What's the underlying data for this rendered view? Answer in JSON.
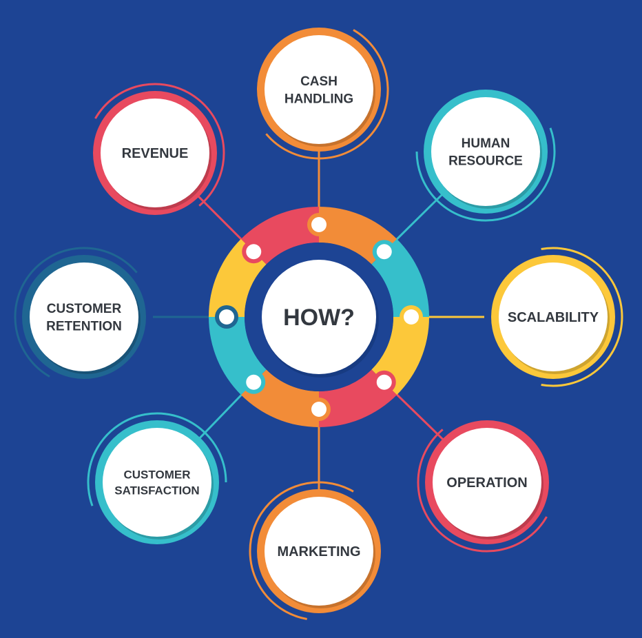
{
  "center": {
    "label": "HOW?"
  },
  "colors": {
    "background": "#1d4494",
    "red": "#e84a5f",
    "orange": "#f28c38",
    "cyan": "#36bfcb",
    "yellow": "#fcc83a",
    "teal": "#1f6692"
  },
  "nodes": [
    {
      "id": "cash-handling",
      "lines": [
        "CASH",
        "HANDLING"
      ],
      "color": "orange"
    },
    {
      "id": "human-resource",
      "lines": [
        "HUMAN",
        "RESOURCE"
      ],
      "color": "cyan"
    },
    {
      "id": "scalability",
      "lines": [
        "SCALABILITY"
      ],
      "color": "yellow"
    },
    {
      "id": "operation",
      "lines": [
        "OPERATION"
      ],
      "color": "red"
    },
    {
      "id": "marketing",
      "lines": [
        "MARKETING"
      ],
      "color": "orange"
    },
    {
      "id": "customer-satisfaction",
      "lines": [
        "CUSTOMER",
        "SATISFACTION"
      ],
      "color": "cyan"
    },
    {
      "id": "customer-retention",
      "lines": [
        "CUSTOMER",
        "RETENTION"
      ],
      "color": "teal"
    },
    {
      "id": "revenue",
      "lines": [
        "REVENUE"
      ],
      "color": "red"
    }
  ],
  "ring_segments": [
    "orange",
    "cyan",
    "yellow",
    "red",
    "orange",
    "cyan",
    "yellow",
    "red"
  ]
}
